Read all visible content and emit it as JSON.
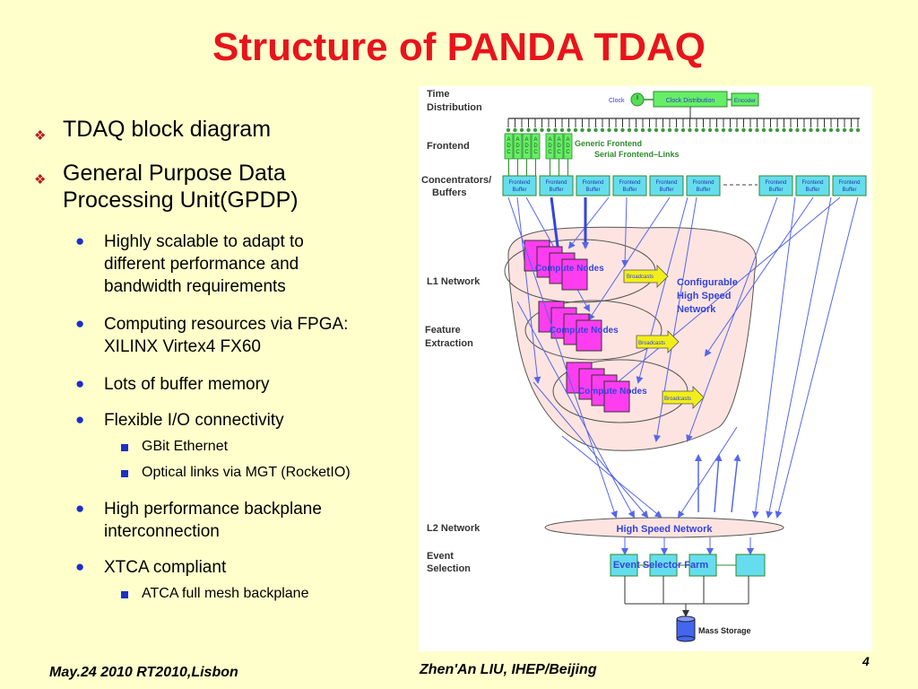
{
  "slide": {
    "title": "Structure of PANDA TDAQ",
    "bullets": {
      "b1": "TDAQ block diagram",
      "b2_line1": "General Purpose Data",
      "b2_line2": "Processing Unit(GPDP)",
      "s1_l1": "Highly scalable to adapt to",
      "s1_l2": "different performance and",
      "s1_l3": "bandwidth requirements",
      "s2_l1": "Computing resources via FPGA:",
      "s2_l2": "XILINX Virtex4 FX60",
      "s3": "Lots of buffer memory",
      "s4": "Flexible I/O connectivity",
      "t1": "GBit Ethernet",
      "t2": "Optical links via MGT (RocketIO)",
      "s5_l1": "High performance backplane",
      "s5_l2": "interconnection",
      "s6": "XTCA compliant",
      "t3": "ATCA full mesh backplane"
    },
    "footer": {
      "left": "May.24 2010 RT2010,Lisbon",
      "center": "Zhen'An LIU, IHEP/Beijing",
      "page": "4"
    }
  },
  "diagram": {
    "labels": {
      "time_l1": "Time",
      "time_l2": "Distribution",
      "frontend": "Frontend",
      "conc_l1": "Concentrators/",
      "conc_l2": "Buffers",
      "l1net": "L1 Network",
      "feat_l1": "Feature",
      "feat_l2": "Extraction",
      "l2net": "L2 Network",
      "evsel_l1": "Event",
      "evsel_l2": "Selection"
    },
    "clock": "Clock",
    "clock_distribution": "Clock Distribution",
    "encoder": "Encoder",
    "adc": "ADC",
    "generic_frontend": "Generic Frontend",
    "serial_links": "Serial Frontend–Links",
    "buffer_l1": "Frontend",
    "buffer_l2": "Buffer",
    "compute_nodes": "Compute Nodes",
    "broadcasts": "Broadcasts",
    "cfg_l1": "Configurable",
    "cfg_l2": "High Speed",
    "cfg_l3": "Network",
    "high_speed_network": "High Speed Network",
    "event_selector_farm": "Event Selector Farm",
    "mass_storage": "Mass Storage",
    "colors": {
      "blue": "#5566ee",
      "green": "#2e8b2e",
      "buffer_fill": "#66ddee",
      "node_fill": "#ff3df0",
      "funnel_fill": "#fde4e0",
      "arrow_yellow": "#f2ee1a"
    }
  }
}
